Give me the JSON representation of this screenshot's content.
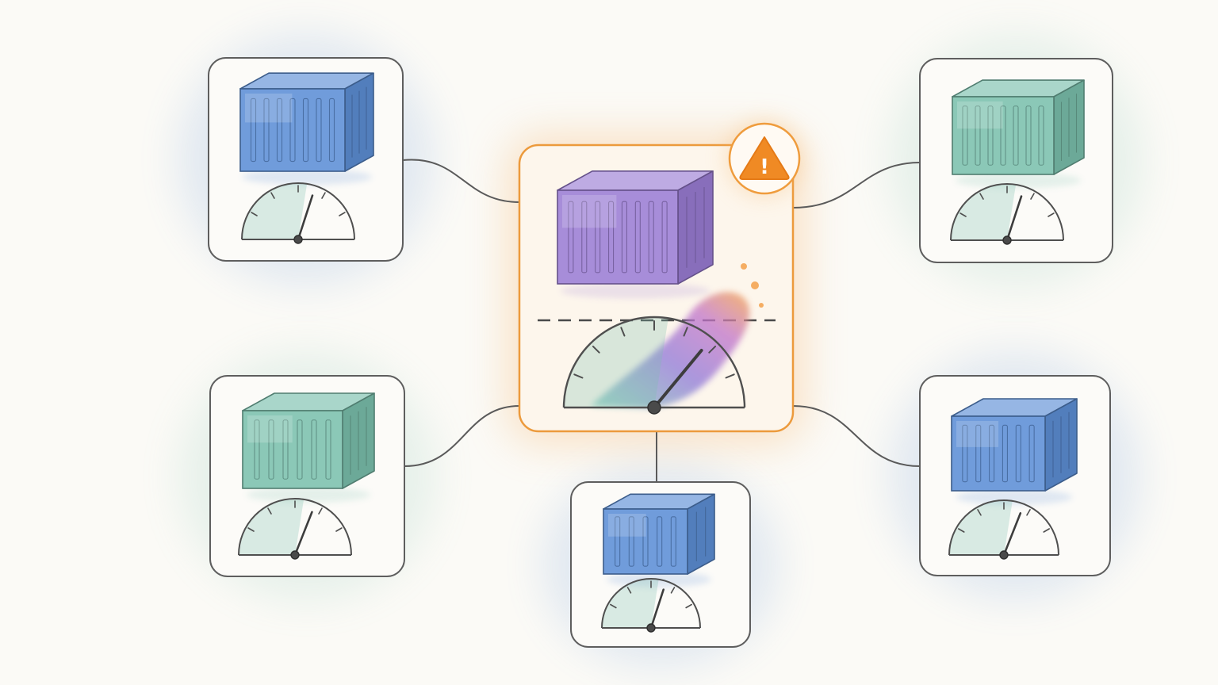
{
  "colors": {
    "background": "#fbfaf6",
    "card_border": "#5e5e5e",
    "alert_border": "#ec9a3c",
    "alert_icon": "#f08a24",
    "blue_container": "#5d8fd6",
    "green_container": "#7bc0ad",
    "purple_container": "#9b7dd4"
  },
  "alert": {
    "icon": "warning-triangle-icon",
    "glyph": "!"
  },
  "nodes": [
    {
      "id": "node-top-left",
      "container_color": "blue",
      "gauge_level": 0.6,
      "status": "normal"
    },
    {
      "id": "node-top-right",
      "container_color": "green",
      "gauge_level": 0.6,
      "status": "normal"
    },
    {
      "id": "node-bottom-left",
      "container_color": "green",
      "gauge_level": 0.62,
      "status": "normal"
    },
    {
      "id": "node-bottom-center",
      "container_color": "blue",
      "gauge_level": 0.6,
      "status": "normal"
    },
    {
      "id": "node-bottom-right",
      "container_color": "blue",
      "gauge_level": 0.62,
      "status": "normal"
    },
    {
      "id": "node-center",
      "container_color": "purple",
      "gauge_level": 0.72,
      "status": "overloaded",
      "threshold_line": "dashed"
    }
  ]
}
